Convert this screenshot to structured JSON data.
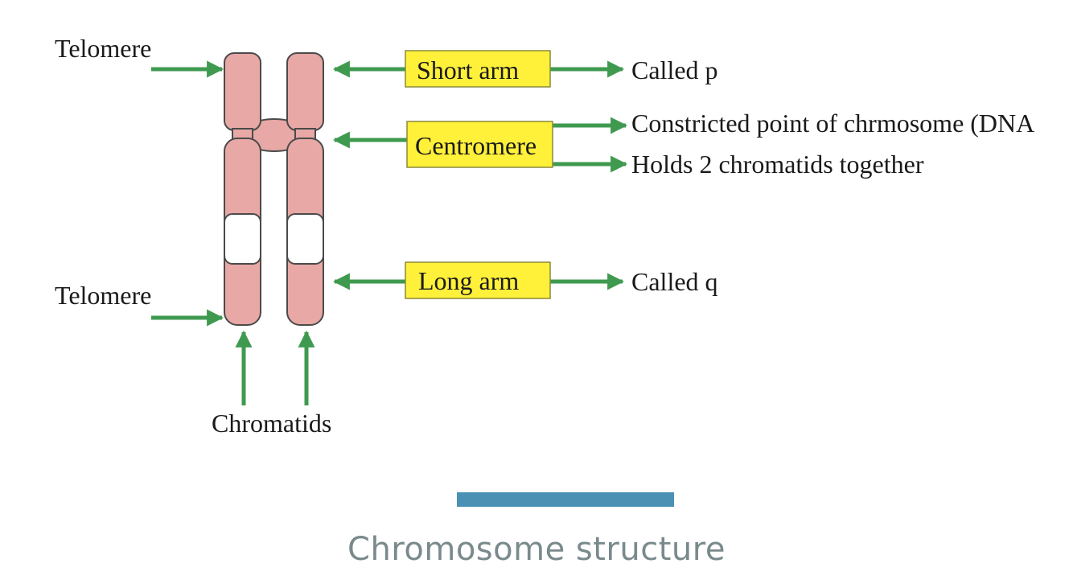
{
  "diagram": {
    "labels": {
      "telomere_top": "Telomere",
      "telomere_bottom": "Telomere",
      "chromatids": "Chromatids",
      "short_arm": "Short arm",
      "centromere": "Centromere",
      "long_arm": "Long arm",
      "called_p": "Called p",
      "constricted_point": "Constricted point of chrmosome (DNA",
      "holds_chromatids": "Holds 2 chromatids together",
      "called_q": "Called q"
    }
  },
  "caption": {
    "text": "Chromosome structure"
  },
  "colors": {
    "arrow": "#3f9a50",
    "chromatid_fill": "#e8a8a6",
    "chromatid_stroke": "#4a4a4a",
    "box_fill": "#fff03a",
    "box_stroke": "#8a8a3a",
    "accent_bar": "#4b91b4",
    "caption": "#7a8a8c"
  }
}
